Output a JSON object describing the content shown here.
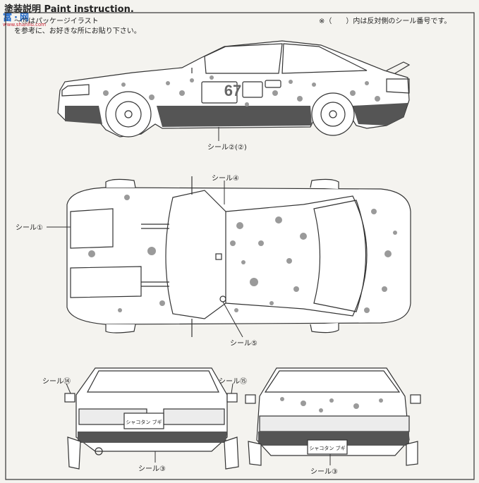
{
  "header": {
    "title": "塗装説明 Paint instruction."
  },
  "watermark": {
    "main": "富·网",
    "sub": "www.shanliu.com"
  },
  "notes": {
    "line1": "～⑬はパッケージイラスト",
    "line2": "を参考に、お好きな所にお貼り下さい。",
    "right": "※（　　）内は反対側のシール番号です。"
  },
  "callouts": {
    "side": "シール②(②)",
    "top4": "シール④",
    "top1": "シール①",
    "top5": "シール⑤",
    "rear14": "シール⑭",
    "rear15": "シール⑮",
    "rear3": "シール③",
    "front3": "シール③"
  },
  "plates": {
    "rear": "シャコタン ブギ",
    "front": "シャコタン ブギ"
  },
  "decal_number": "67",
  "colors": {
    "line": "#333333",
    "dots": "#9a9a9a",
    "band": "#555555",
    "paper": "#f4f3ef"
  }
}
